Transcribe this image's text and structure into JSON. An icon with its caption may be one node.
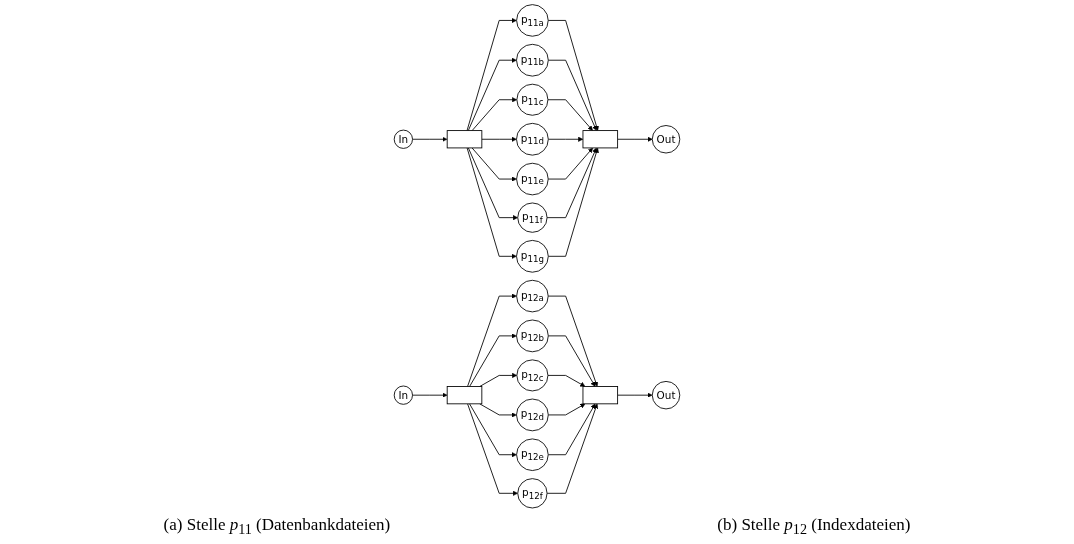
{
  "diagram": {
    "nodes": [
      {
        "text": [
          "In"
        ]
      },
      {
        "text": [],
        "shape": "box"
      },
      {
        "text": [
          "p$_{11a}$"
        ]
      },
      {
        "text": [
          "p$_{11b}$"
        ]
      },
      {
        "text": [
          "p$_{11c}$"
        ]
      },
      {
        "text": [
          "p$_{11d}$"
        ]
      },
      {
        "text": [
          "p$_{11e}$"
        ]
      },
      {
        "text": [
          "p$_{11f}$"
        ]
      },
      {
        "text": [
          "p$_{11g}$"
        ]
      },
      {
        "text": [],
        "shape": "box"
      },
      {
        "text": [
          "Out"
        ]
      },
      {
        "text": [
          "In"
        ]
      },
      {
        "text": [],
        "shape": "box"
      },
      {
        "text": [
          "p$_{12a}$"
        ]
      },
      {
        "text": [
          "p$_{12b}$"
        ]
      },
      {
        "text": [
          "p$_{12c}$"
        ]
      },
      {
        "text": [
          "p$_{12d}$"
        ]
      },
      {
        "text": [
          "p$_{12e}$"
        ]
      },
      {
        "text": [
          "p$_{12f}$"
        ]
      },
      {
        "text": [],
        "shape": "box"
      },
      {
        "text": [
          "Out"
        ]
      }
    ],
    "edges": [
      {
        "from": 0,
        "to": 1,
        "arrow": "to"
      },
      {
        "from": 1,
        "to": 2,
        "arrow": "to"
      },
      {
        "from": 1,
        "to": 3,
        "arrow": "to"
      },
      {
        "from": 1,
        "to": 4,
        "arrow": "to"
      },
      {
        "from": 1,
        "to": 5,
        "arrow": "to"
      },
      {
        "from": 1,
        "to": 6,
        "arrow": "to"
      },
      {
        "from": 1,
        "to": 7,
        "arrow": "to"
      },
      {
        "from": 1,
        "to": 8,
        "arrow": "to"
      },
      {
        "from": 2,
        "to": 9,
        "arrow": "to"
      },
      {
        "from": 3,
        "to": 9,
        "arrow": "to"
      },
      {
        "from": 4,
        "to": 9,
        "arrow": "to"
      },
      {
        "from": 5,
        "to": 9,
        "arrow": "to"
      },
      {
        "from": 6,
        "to": 9,
        "arrow": "to"
      },
      {
        "from": 7,
        "to": 9,
        "arrow": "to"
      },
      {
        "from": 8,
        "to": 9,
        "arrow": "to"
      },
      {
        "from": 9,
        "to": 10,
        "arrow": "to"
      },
      {
        "from": 11,
        "to": 12,
        "arrow": "to"
      },
      {
        "from": 12,
        "to": 13,
        "arrow": "to"
      },
      {
        "from": 12,
        "to": 14,
        "arrow": "to"
      },
      {
        "from": 12,
        "to": 15,
        "arrow": "to"
      },
      {
        "from": 12,
        "to": 16,
        "arrow": "to"
      },
      {
        "from": 12,
        "to": 17,
        "arrow": "to"
      },
      {
        "from": 12,
        "to": 18,
        "arrow": "to"
      },
      {
        "from": 13,
        "to": 19,
        "arrow": "to"
      },
      {
        "from": 14,
        "to": 19,
        "arrow": "to"
      },
      {
        "from": 15,
        "to": 19,
        "arrow": "to"
      },
      {
        "from": 16,
        "to": 19,
        "arrow": "to"
      },
      {
        "from": 17,
        "to": 19,
        "arrow": "to"
      },
      {
        "from": 18,
        "to": 19,
        "arrow": "to"
      },
      {
        "from": 19,
        "to": 20,
        "arrow": "to"
      }
    ],
    "labels": [
      "(a) Stelle *p*$_{11}$ (Datenbankdateien)",
      "(b) Stelle *p*$_{12}$ (Indexdateien)"
    ]
  }
}
